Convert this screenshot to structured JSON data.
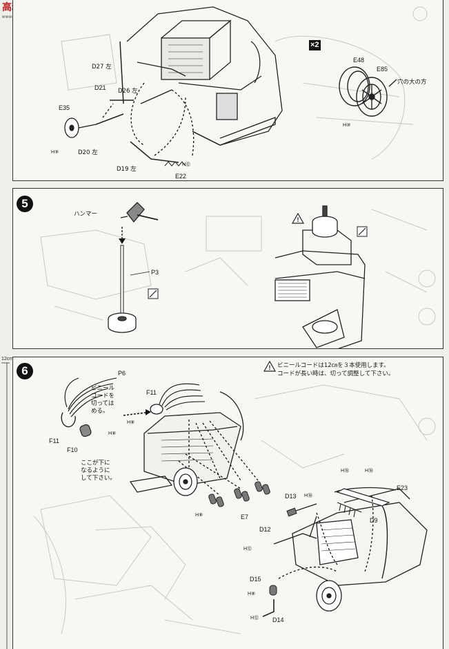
{
  "watermark": {
    "cn": "高精网",
    "url": "www.hobbyfans.com"
  },
  "ruler": {
    "mark": "12cm"
  },
  "top_panel": {
    "multiplier": "×2",
    "labels": {
      "d27": "D27 左",
      "d21": "D21",
      "d26": "D26 左",
      "e35": "E35",
      "h9a": "H⑨",
      "d20": "D20 左",
      "d19": "D19 左",
      "h12": "H⑫",
      "e22": "E22",
      "e48": "E48",
      "e85": "E85",
      "hole": "穴の大の方",
      "h10": "H⑩"
    }
  },
  "step5": {
    "number": "5",
    "hammer": "ハンマー",
    "p3": "P3"
  },
  "step6": {
    "number": "6",
    "warning_line1": "ビニールコードは12㎝を３本使用します。",
    "warning_line2": "コードが長い時は、切って調整して下さい。",
    "labels": {
      "p6": "P6",
      "cut_note": "ビニール\nコードを\n切っては\nめる。",
      "f11a": "F11",
      "f11b": "F11",
      "h8a": "H⑧",
      "f10": "F10",
      "h8b": "H⑧",
      "down_note": "ここが下に\nなるように\nして下さい。",
      "h8c": "H⑧",
      "e7": "E7",
      "h18a": "H⑱",
      "h18b": "H⑱",
      "e23": "E23",
      "d13": "D13",
      "h18c": "H⑱",
      "d9": "D9",
      "d12": "D12",
      "h12a": "H⑫",
      "d15": "D15",
      "h8d": "H⑧",
      "h12b": "H⑫",
      "d14": "D14"
    }
  }
}
